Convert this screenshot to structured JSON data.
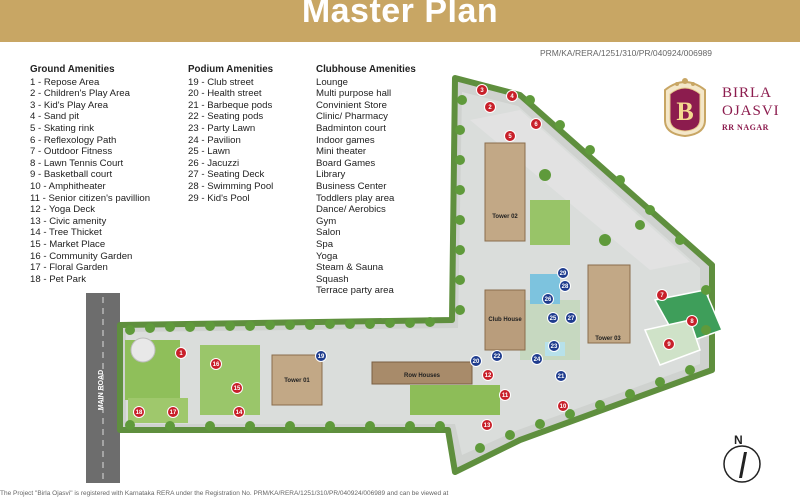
{
  "title": "Master Plan",
  "rera": "PRM/KA/RERA/1251/310/PR/040924/006989",
  "brand": {
    "line1": "BIRLA",
    "line2": "OJASVI",
    "line3": "RR NAGAR",
    "monogram": "B",
    "colors": {
      "maroon": "#8c1c4e",
      "gold": "#c8a664"
    }
  },
  "ground": {
    "title": "Ground Amenities",
    "items": [
      "1 - Repose Area",
      "2 - Children's Play Area",
      "3 - Kid's Play Area",
      "4 - Sand pit",
      "5 - Skating rink",
      "6 - Reflexology Path",
      "7 - Outdoor Fitness",
      "8 - Lawn Tennis Court",
      "9 - Basketball court",
      "10 - Amphitheater",
      "11 - Senior citizen's pavillion",
      "12 - Yoga Deck",
      "13 - Civic amenity",
      "14 - Tree Thicket",
      "15 - Market Place",
      "16 - Community Garden",
      "17 - Floral Garden",
      "18 - Pet Park"
    ]
  },
  "podium": {
    "title": "Podium Amenities",
    "items": [
      "19 - Club street",
      "20 - Health street",
      "21 - Barbeque pods",
      "22 - Seating pods",
      "23 - Party Lawn",
      "24 - Pavilion",
      "25 - Lawn",
      "26 - Jacuzzi",
      "27 - Seating Deck",
      "28 - Swimming Pool",
      "29 - Kid's Pool"
    ]
  },
  "clubhouse": {
    "title": "Clubhouse Amenities",
    "items": [
      "Lounge",
      "Multi purpose hall",
      "Convinient Store",
      "Clinic/ Pharmacy",
      "Badminton court",
      "Indoor games",
      "Mini theater",
      "Board Games",
      "Library",
      "Business Center",
      "Toddlers play area",
      "Dance/ Aerobics",
      "Gym",
      "Salon",
      "Spa",
      "Yoga",
      "Steam & Sauna",
      "Squash",
      "Terrace party area"
    ]
  },
  "map_labels": {
    "tower_01": "Tower 01",
    "tower_02": "Tower 02",
    "tower_03": "Tower 03",
    "club_house": "Club House",
    "row_houses": "Row Houses",
    "main_road": "MAIN ROAD",
    "north": "N"
  },
  "markers": {
    "red": [
      "1",
      "2",
      "3",
      "4",
      "5",
      "6",
      "7",
      "8",
      "9",
      "10",
      "11",
      "12",
      "13",
      "14",
      "15",
      "16",
      "17",
      "18"
    ],
    "blue": [
      "19",
      "20",
      "21",
      "22",
      "23",
      "24",
      "25",
      "26",
      "27",
      "28",
      "29"
    ]
  },
  "footer": "The Project \"Birla Ojasvi\" is registered with Karnataka RERA under the Registration No. PRM/KA/RERA/1251/310/PR/040924/006989 and can be viewed at"
}
